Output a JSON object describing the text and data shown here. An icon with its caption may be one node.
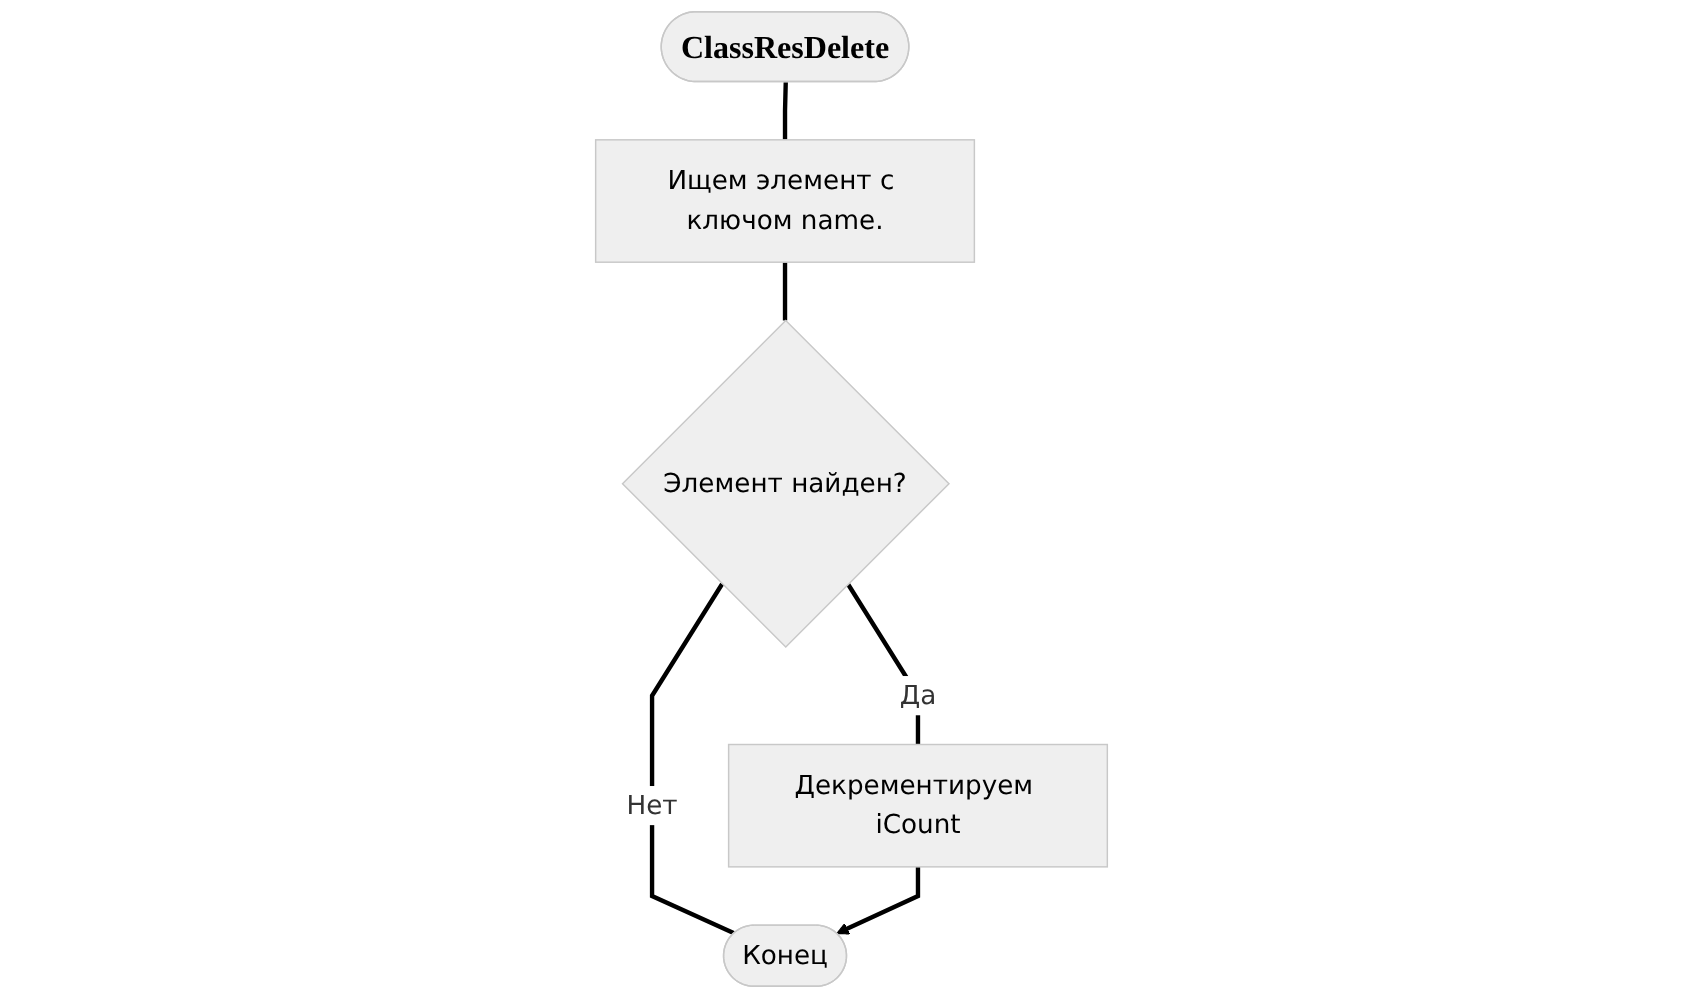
{
  "diagram": {
    "nodes": [
      {
        "text": [
          "ClassResDelete"
        ]
      },
      {
        "text": [
          "Ищем элемент с ключом name."
        ]
      },
      {
        "text": [
          "Элемент найден?"
        ]
      },
      {
        "text": [
          "Декрементируем iCount"
        ]
      },
      {
        "text": [
          "Конец"
        ]
      }
    ],
    "edges": [
      {
        "from": 0,
        "to": 1,
        "arrow": "none"
      },
      {
        "from": 1,
        "to": 2,
        "arrow": "none"
      },
      {
        "from": 2,
        "to": 3,
        "arrow": "none",
        "label": "Да"
      },
      {
        "from": 2,
        "to": 4,
        "arrow": "none",
        "label": "Нет"
      },
      {
        "from": 3,
        "to": 4,
        "arrow": "to"
      }
    ]
  }
}
